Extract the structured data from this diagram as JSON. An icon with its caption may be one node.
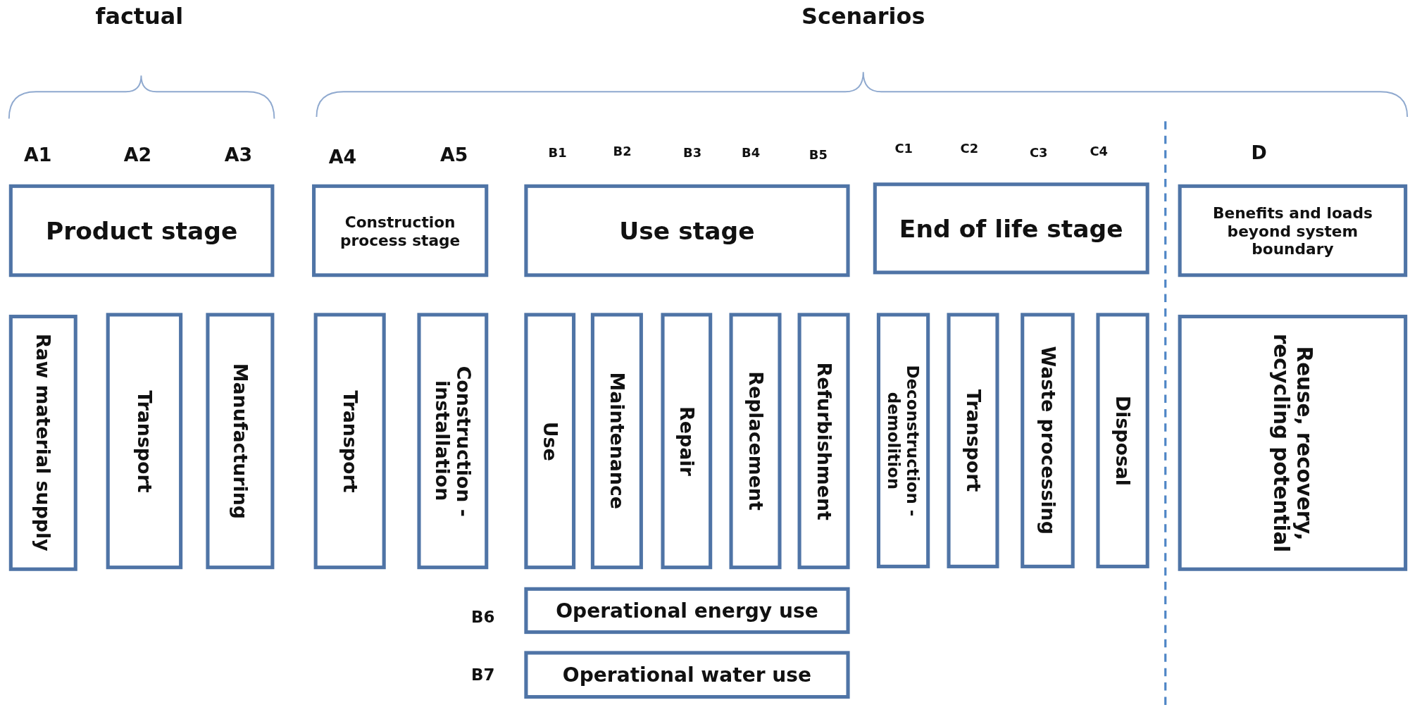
{
  "diagram": {
    "nodes": [
      {
        "text": [
          "Product stage"
        ]
      },
      {
        "text": [
          "Construction process stage"
        ]
      },
      {
        "text": [
          "Use stage"
        ]
      },
      {
        "text": [
          "End of life stage"
        ]
      },
      {
        "text": [
          "Benefits and loads beyond system boundary"
        ]
      },
      {
        "text": [
          "Raw material supply"
        ]
      },
      {
        "text": [
          "Transport"
        ]
      },
      {
        "text": [
          "Manufacturing"
        ]
      },
      {
        "text": [
          "Transport"
        ]
      },
      {
        "text": [
          "Construction - installation"
        ]
      },
      {
        "text": [
          "Use"
        ]
      },
      {
        "text": [
          "Maintenance"
        ]
      },
      {
        "text": [
          "Repair"
        ]
      },
      {
        "text": [
          "Replacement"
        ]
      },
      {
        "text": [
          "Refurbishment"
        ]
      },
      {
        "text": [
          "Deconstruction - demolition"
        ]
      },
      {
        "text": [
          "Transport"
        ]
      },
      {
        "text": [
          "Waste processing"
        ]
      },
      {
        "text": [
          "Disposal"
        ]
      },
      {
        "text": [
          "Reuse, recovery, recycling potential"
        ]
      },
      {
        "text": [
          "Operational energy use"
        ]
      },
      {
        "text": [
          "Operational water use"
        ]
      }
    ],
    "edges": [],
    "labels": [
      "factual",
      "Scenarios",
      "A1",
      "A2",
      "A3",
      "A4",
      "A5",
      "B1",
      "B2",
      "B3",
      "B4",
      "B5",
      "C1",
      "C2",
      "C3",
      "C4",
      "D",
      "B6",
      "B7"
    ]
  }
}
